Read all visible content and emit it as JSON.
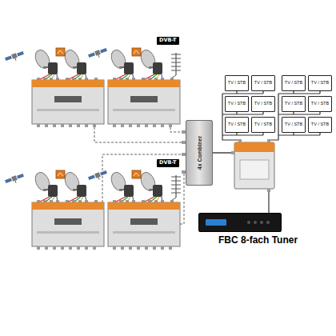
{
  "diagram": {
    "nodes": [
      {
        "text": [
          "TV / STB"
        ]
      },
      {
        "text": [
          "TV / STB"
        ]
      },
      {
        "text": [
          "TV / STB"
        ]
      },
      {
        "text": [
          "TV / STB"
        ]
      },
      {
        "text": [
          "TV / STB"
        ]
      },
      {
        "text": [
          "TV / STB"
        ]
      },
      {
        "text": [
          "TV / STB"
        ]
      },
      {
        "text": [
          "TV / STB"
        ]
      },
      {
        "text": [
          "TV / STB"
        ]
      },
      {
        "text": [
          "TV / STB"
        ]
      },
      {
        "text": [
          "TV / STB"
        ]
      },
      {
        "text": [
          "TV / STB"
        ]
      },
      {
        "text": [
          "4x Combiner"
        ]
      },
      {
        "text": [
          "FBC 8-fach Tuner"
        ]
      }
    ],
    "edges": [
      {
        "from": 12,
        "to": 13,
        "arrow": "none"
      }
    ],
    "labels": [
      "DVB-T",
      "DVB-T"
    ]
  }
}
